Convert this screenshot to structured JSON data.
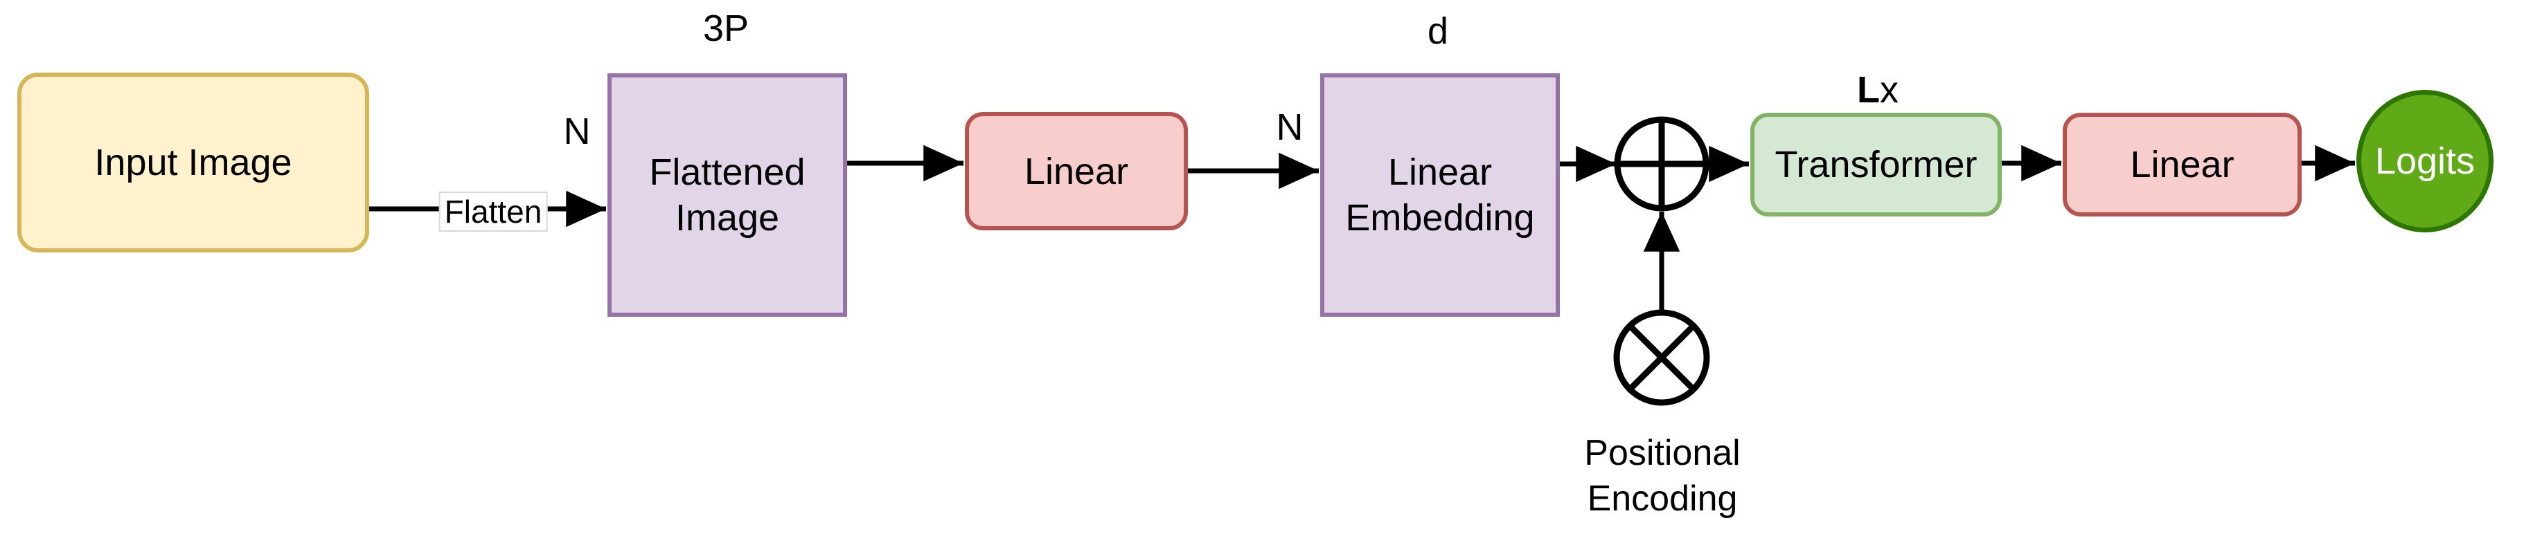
{
  "diagram_type": "model-architecture-flowchart",
  "background": "#FFFFFF",
  "arrow_color": "#000000",
  "nodes": {
    "input_image": {
      "label": "Input Image",
      "fill": "#FFF2CC",
      "border": "#D6B656",
      "shape": "rounded-rect"
    },
    "flattened_image": {
      "line1": "Flattened",
      "line2": "Image",
      "fill": "#E1D5E7",
      "border": "#9673A6",
      "shape": "rect",
      "top_dim_label": "3P",
      "left_dim_label": "N"
    },
    "linear_1": {
      "label": "Linear",
      "fill": "#F8CECC",
      "border": "#B85450",
      "shape": "rounded-rect"
    },
    "linear_embedding": {
      "line1": "Linear",
      "line2": "Embedding",
      "fill": "#E1D5E7",
      "border": "#9673A6",
      "shape": "rect",
      "top_dim_label": "d",
      "left_dim_label": "N"
    },
    "transformer": {
      "label": "Transformer",
      "fill": "#D5E8D4",
      "border": "#82B366",
      "shape": "rounded-rect",
      "repeat_label_bold": "L",
      "repeat_label_rest": "x"
    },
    "linear_2": {
      "label": "Linear",
      "fill": "#F8CECC",
      "border": "#B85450",
      "shape": "rounded-rect"
    },
    "logits": {
      "label": "Logits",
      "fill": "#60A917",
      "border": "#2D7600",
      "text_color": "#FFFFFF",
      "shape": "circle"
    }
  },
  "edges": {
    "flatten_label": "Flatten"
  },
  "operators": {
    "add_icon": "circle-plus",
    "multiply_icon": "circle-times",
    "positional_encoding_line1": "Positional",
    "positional_encoding_line2": "Encoding"
  }
}
